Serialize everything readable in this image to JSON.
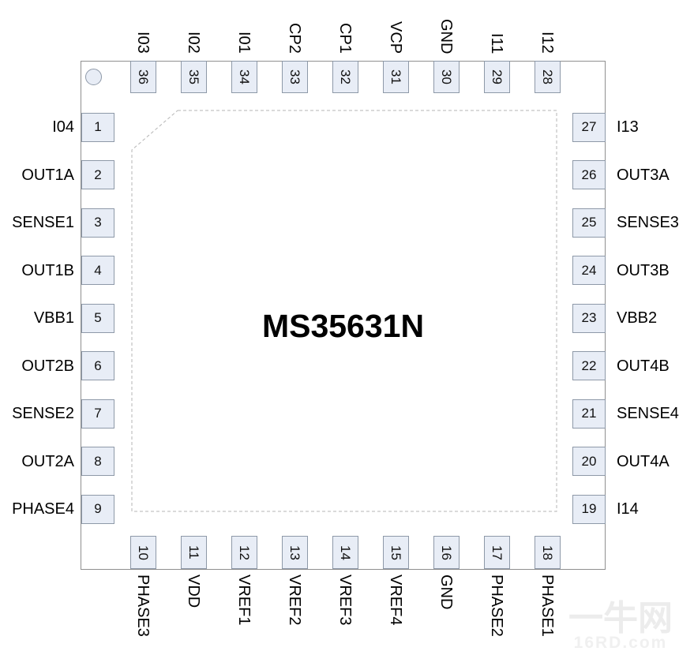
{
  "title": "MS35631N",
  "watermark": {
    "line1": "一牛网",
    "line2": "16RD.com"
  },
  "package": {
    "top_pins": [
      {
        "num": "36",
        "label": "I03"
      },
      {
        "num": "35",
        "label": "I02"
      },
      {
        "num": "34",
        "label": "I01"
      },
      {
        "num": "33",
        "label": "CP2"
      },
      {
        "num": "32",
        "label": "CP1"
      },
      {
        "num": "31",
        "label": "VCP"
      },
      {
        "num": "30",
        "label": "GND"
      },
      {
        "num": "29",
        "label": "I11"
      },
      {
        "num": "28",
        "label": "I12"
      }
    ],
    "left_pins": [
      {
        "num": "1",
        "label": "I04"
      },
      {
        "num": "2",
        "label": "OUT1A"
      },
      {
        "num": "3",
        "label": "SENSE1"
      },
      {
        "num": "4",
        "label": "OUT1B"
      },
      {
        "num": "5",
        "label": "VBB1"
      },
      {
        "num": "6",
        "label": "OUT2B"
      },
      {
        "num": "7",
        "label": "SENSE2"
      },
      {
        "num": "8",
        "label": "OUT2A"
      },
      {
        "num": "9",
        "label": "PHASE4"
      }
    ],
    "right_pins": [
      {
        "num": "27",
        "label": "I13"
      },
      {
        "num": "26",
        "label": "OUT3A"
      },
      {
        "num": "25",
        "label": "SENSE3"
      },
      {
        "num": "24",
        "label": "OUT3B"
      },
      {
        "num": "23",
        "label": "VBB2"
      },
      {
        "num": "22",
        "label": "OUT4B"
      },
      {
        "num": "21",
        "label": "SENSE4"
      },
      {
        "num": "20",
        "label": "OUT4A"
      },
      {
        "num": "19",
        "label": "I14"
      }
    ],
    "bottom_pins": [
      {
        "num": "10",
        "label": "PHASE3"
      },
      {
        "num": "11",
        "label": "VDD"
      },
      {
        "num": "12",
        "label": "VREF1"
      },
      {
        "num": "13",
        "label": "VREF2"
      },
      {
        "num": "14",
        "label": "VREF3"
      },
      {
        "num": "15",
        "label": "VREF4"
      },
      {
        "num": "16",
        "label": "GND"
      },
      {
        "num": "17",
        "label": "PHASE2"
      },
      {
        "num": "18",
        "label": "PHASE1"
      }
    ]
  },
  "colors": {
    "pin_fill": "#e8edf6",
    "pin_border": "#8e99a8",
    "body_border": "#8f8f8f",
    "dashed_border": "#b5b5b5",
    "text": "#000000",
    "watermark": "#ececec"
  }
}
